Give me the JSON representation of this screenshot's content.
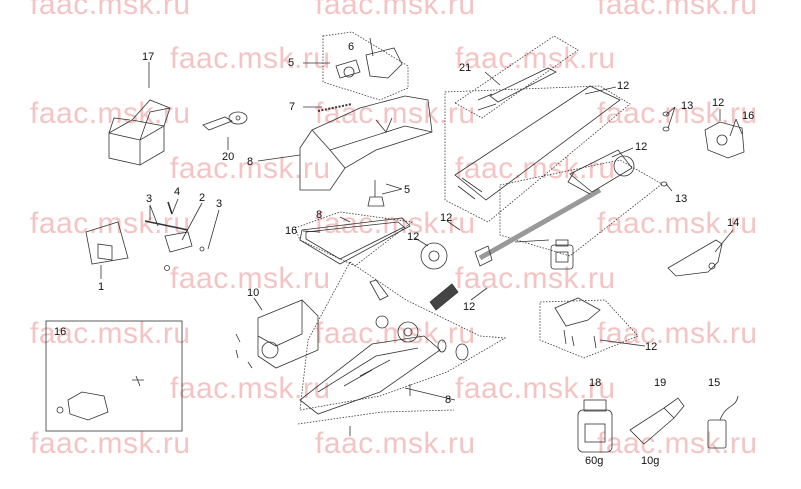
{
  "watermark": "faac.msk.ru",
  "part_labels": {
    "p1": "1",
    "p2": "2",
    "p3a": "3",
    "p3b": "3",
    "p4": "4",
    "p5a": "5",
    "p5b": "5",
    "p6": "6",
    "p7": "7",
    "p8a": "8",
    "p8b": "8",
    "p8c": "8",
    "p10": "10",
    "p12a": "12",
    "p12b": "12",
    "p12c": "12",
    "p12d": "12",
    "p12e": "12",
    "p12f": "12",
    "p12g": "12",
    "p13a": "13",
    "p13b": "13",
    "p14": "14",
    "p15": "15",
    "p16a": "16",
    "p16b": "16",
    "p16c": "16",
    "p17": "17",
    "p18": "18",
    "p19": "19",
    "p20": "20",
    "p21": "21"
  },
  "weights": {
    "grease_jar": "60g",
    "grease_tube": "10g"
  }
}
